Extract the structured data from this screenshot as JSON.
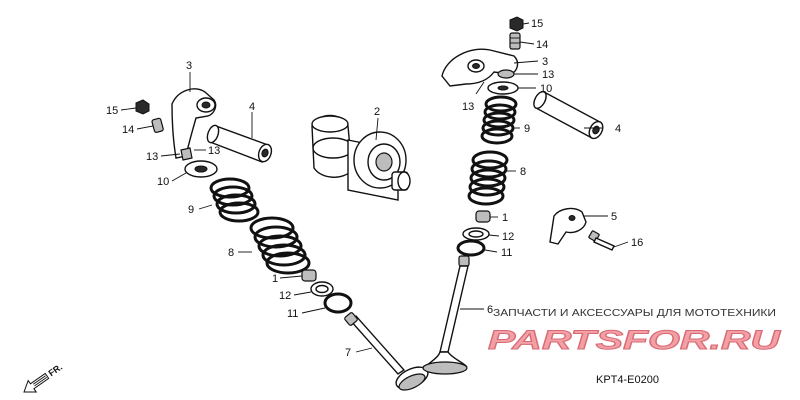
{
  "callouts": {
    "c1a": "1",
    "c1b": "1",
    "c2": "2",
    "c3a": "3",
    "c3b": "3",
    "c4a": "4",
    "c4b": "4",
    "c5": "5",
    "c6": "6",
    "c7": "7",
    "c8a": "8",
    "c8b": "8",
    "c9a": "9",
    "c9b": "9",
    "c10a": "10",
    "c10b": "10",
    "c11a": "11",
    "c11b": "11",
    "c12a": "12",
    "c12b": "12",
    "c13a": "13",
    "c13b": "13",
    "c13c": "13",
    "c13d": "13",
    "c14a": "14",
    "c14b": "14",
    "c15a": "15",
    "c15b": "15",
    "c16": "16"
  },
  "direction_label": "FR.",
  "diagram_code": "KPT4-E0200",
  "watermark": {
    "tagline": "ЗАПЧАСТИ И АКСЕССУАРЫ ДЛЯ МОТОТЕХНИКИ",
    "brand": "PARTSFOR.RU"
  },
  "colors": {
    "line": "#111111",
    "watermark_fill": "#f2a0a6",
    "watermark_stroke": "#d86a73"
  }
}
